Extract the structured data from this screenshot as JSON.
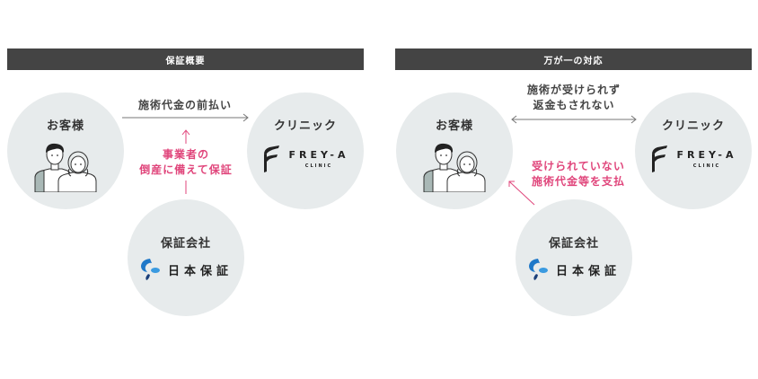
{
  "colors": {
    "header_bg": "#444444",
    "circle_bg": "#e7ebec",
    "accent_pink": "#e0457b",
    "arrow_gray": "#777777",
    "nihon_blue": "#1f78c8",
    "nihon_navy": "#1b3f7a"
  },
  "panels": [
    {
      "header": "保証概要",
      "customer": {
        "title": "お客様",
        "icon": "people-illustration-icon"
      },
      "clinic": {
        "title": "クリニック",
        "logo_name": "FREY-A",
        "logo_sub": "CLINIC"
      },
      "guarantor": {
        "title": "保証会社",
        "logo_name": "日本保証"
      },
      "arrow_label_line1": "施術代金の前払い",
      "pink_label_line1": "事業者の",
      "pink_label_line2": "倒産に備えて保証"
    },
    {
      "header": "万が一の対応",
      "customer": {
        "title": "お客様",
        "icon": "people-illustration-icon"
      },
      "clinic": {
        "title": "クリニック",
        "logo_name": "FREY-A",
        "logo_sub": "CLINIC"
      },
      "guarantor": {
        "title": "保証会社",
        "logo_name": "日本保証"
      },
      "arrow_label_line1": "施術が受けられず",
      "arrow_label_line2": "返金もされない",
      "pink_label_line1": "受けられていない",
      "pink_label_line2": "施術代金等を支払"
    }
  ]
}
